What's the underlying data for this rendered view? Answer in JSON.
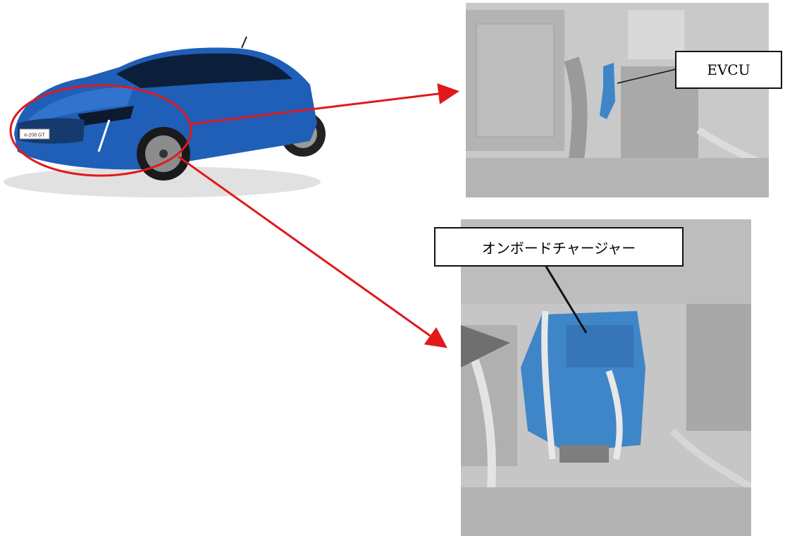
{
  "vehicle": {
    "plate_text": "e-208 GT",
    "body_color": "#1f5fb8"
  },
  "callouts": {
    "evcu_label": "EVCU",
    "charger_label": "オンボードチャージャー"
  },
  "colors": {
    "arrow": "#e0191b",
    "highlight_component": "#3f86c9",
    "photo_gray": "#c4c4c4"
  }
}
